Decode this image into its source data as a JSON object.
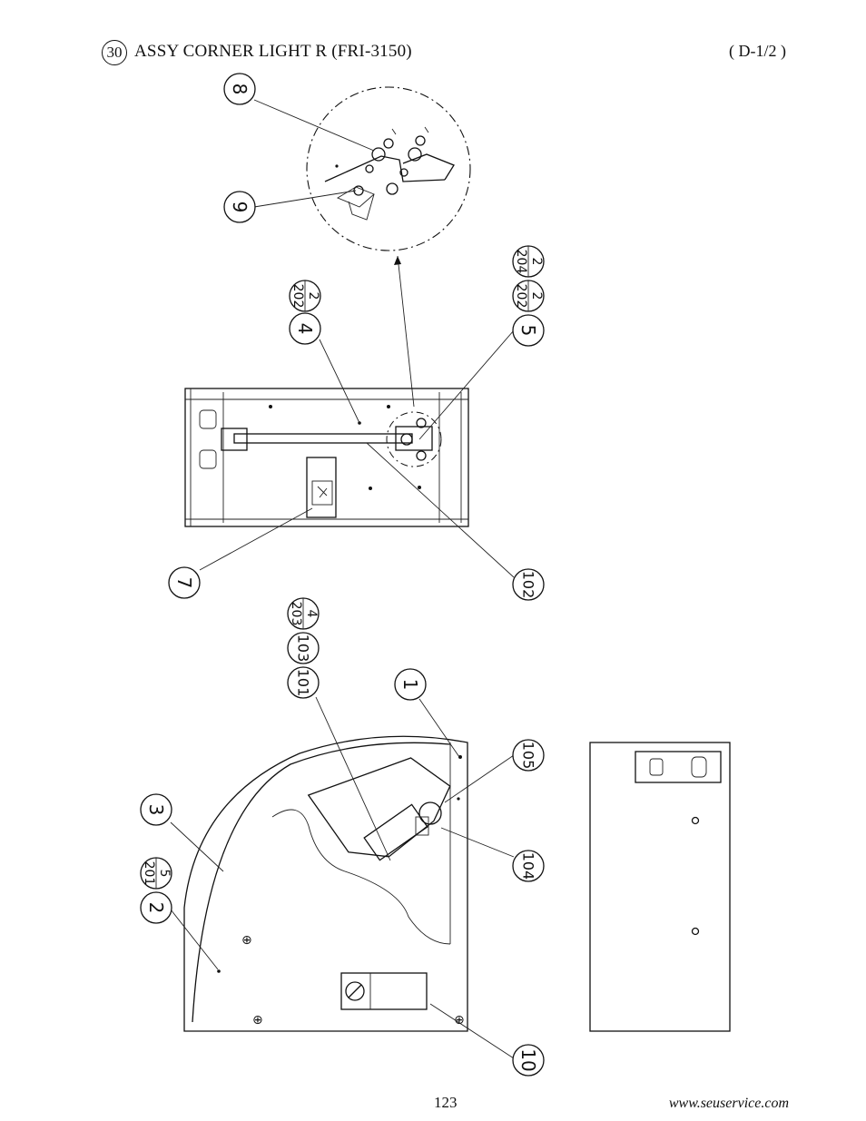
{
  "header": {
    "section_number": "30",
    "title": "ASSY CORNER LIGHT R (FRI-3150)",
    "sheet": "( D-1/2 )"
  },
  "callouts": {
    "c8": "8",
    "c9": "9",
    "c4": "4",
    "c4_sub_top": "202",
    "c4_sub_bottom": "2",
    "c5": "5",
    "c5_sub1_top": "202",
    "c5_sub1_bottom": "2",
    "c5_sub2_top": "204",
    "c5_sub2_bottom": "2",
    "c7": "7",
    "c102": "102",
    "c101": "101",
    "c103": "103",
    "c103_sub_top": "203",
    "c103_sub_bottom": "4",
    "c1": "1",
    "c3": "3",
    "c2": "2",
    "c2_sub_top": "201",
    "c2_sub_bottom": "5",
    "c105": "105",
    "c104": "104",
    "c10": "10"
  },
  "footer": {
    "page_number": "123",
    "website": "www.seuservice.com"
  }
}
